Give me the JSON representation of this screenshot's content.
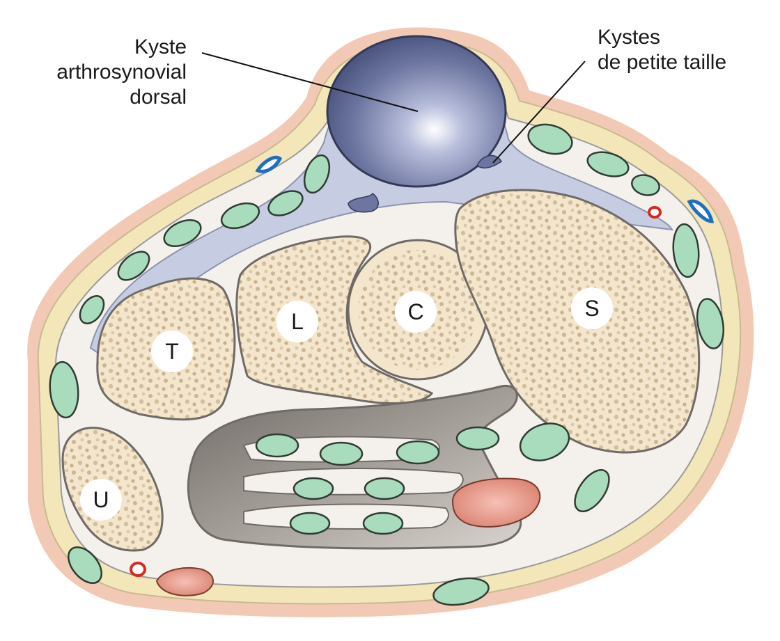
{
  "callouts": {
    "main_cyst": [
      "Kyste",
      "arthrosynovial",
      "dorsal"
    ],
    "small_cysts": [
      "Kystes",
      "de petite taille"
    ]
  },
  "bones": {
    "T": "T",
    "L": "L",
    "C": "C",
    "S": "S",
    "U": "U"
  },
  "colors": {
    "skin": "#f2c9b5",
    "fat": "#f3e6b8",
    "connective": "#f4f0ec",
    "cyst": "#8a93b8",
    "capsule": "#c6cde3",
    "bone": "#f3e6cd",
    "tendon": "#a9dcbc",
    "cavity": "#8c8680",
    "muscle": "#e59a8e",
    "vein": "#1d6fc2",
    "artery": "#d62a20"
  }
}
